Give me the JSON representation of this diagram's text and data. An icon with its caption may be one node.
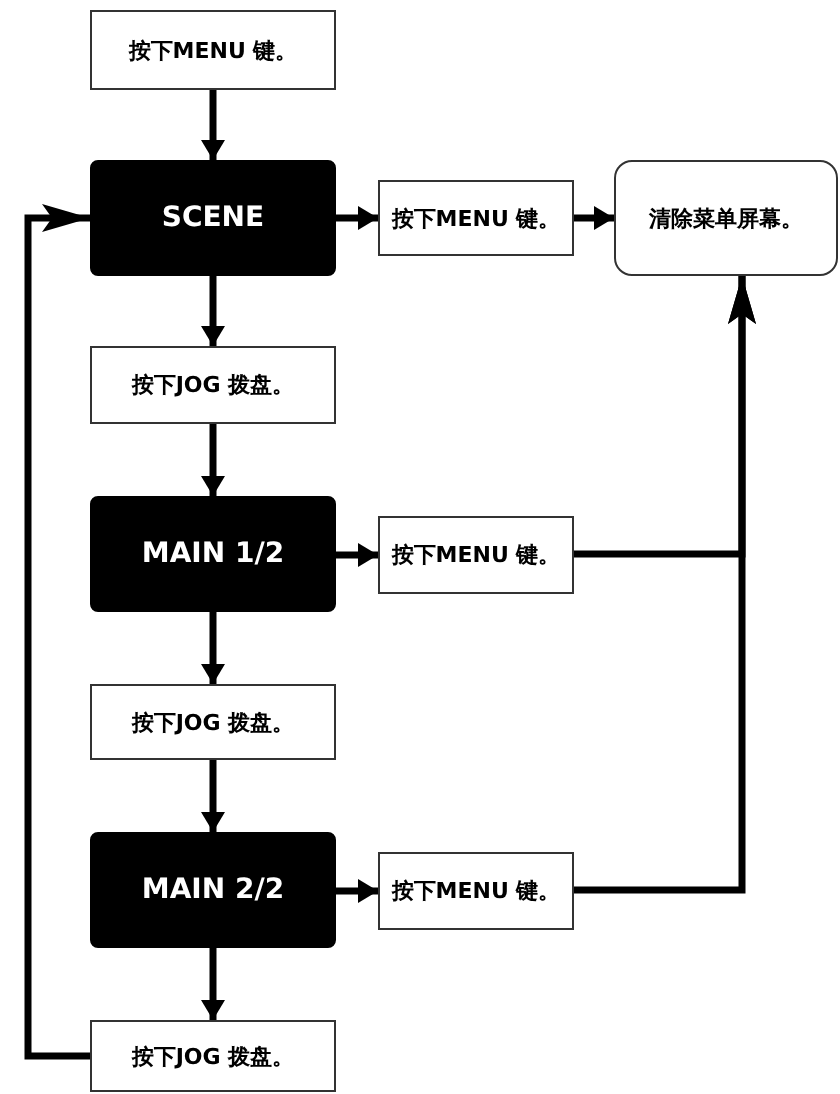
{
  "diagram": {
    "nodes": [
      {
        "text": [
          "按下MENU 键。"
        ]
      },
      {
        "text": [
          "SCENE"
        ]
      },
      {
        "text": [
          "按下MENU 键。"
        ]
      },
      {
        "text": [
          "清除菜单屏幕。"
        ]
      },
      {
        "text": [
          "按下JOG 拨盘。"
        ]
      },
      {
        "text": [
          "MAIN 1/2"
        ]
      },
      {
        "text": [
          "按下MENU 键。"
        ]
      },
      {
        "text": [
          "按下JOG 拨盘。"
        ]
      },
      {
        "text": [
          "MAIN 2/2"
        ]
      },
      {
        "text": [
          "按下MENU 键。"
        ]
      },
      {
        "text": [
          "按下JOG 拨盘。"
        ]
      }
    ],
    "edges": [
      {
        "from": 0,
        "to": 1,
        "arrow": "to"
      },
      {
        "from": 1,
        "to": 2,
        "arrow": "to"
      },
      {
        "from": 2,
        "to": 3,
        "arrow": "to"
      },
      {
        "from": 1,
        "to": 4,
        "arrow": "to"
      },
      {
        "from": 4,
        "to": 5,
        "arrow": "to"
      },
      {
        "from": 5,
        "to": 6,
        "arrow": "to"
      },
      {
        "from": 6,
        "to": 3,
        "arrow": "to"
      },
      {
        "from": 5,
        "to": 7,
        "arrow": "to"
      },
      {
        "from": 7,
        "to": 8,
        "arrow": "to"
      },
      {
        "from": 8,
        "to": 9,
        "arrow": "to"
      },
      {
        "from": 9,
        "to": 3,
        "arrow": "to"
      },
      {
        "from": 8,
        "to": 10,
        "arrow": "to"
      },
      {
        "from": 10,
        "to": 1,
        "arrow": "to"
      }
    ]
  }
}
